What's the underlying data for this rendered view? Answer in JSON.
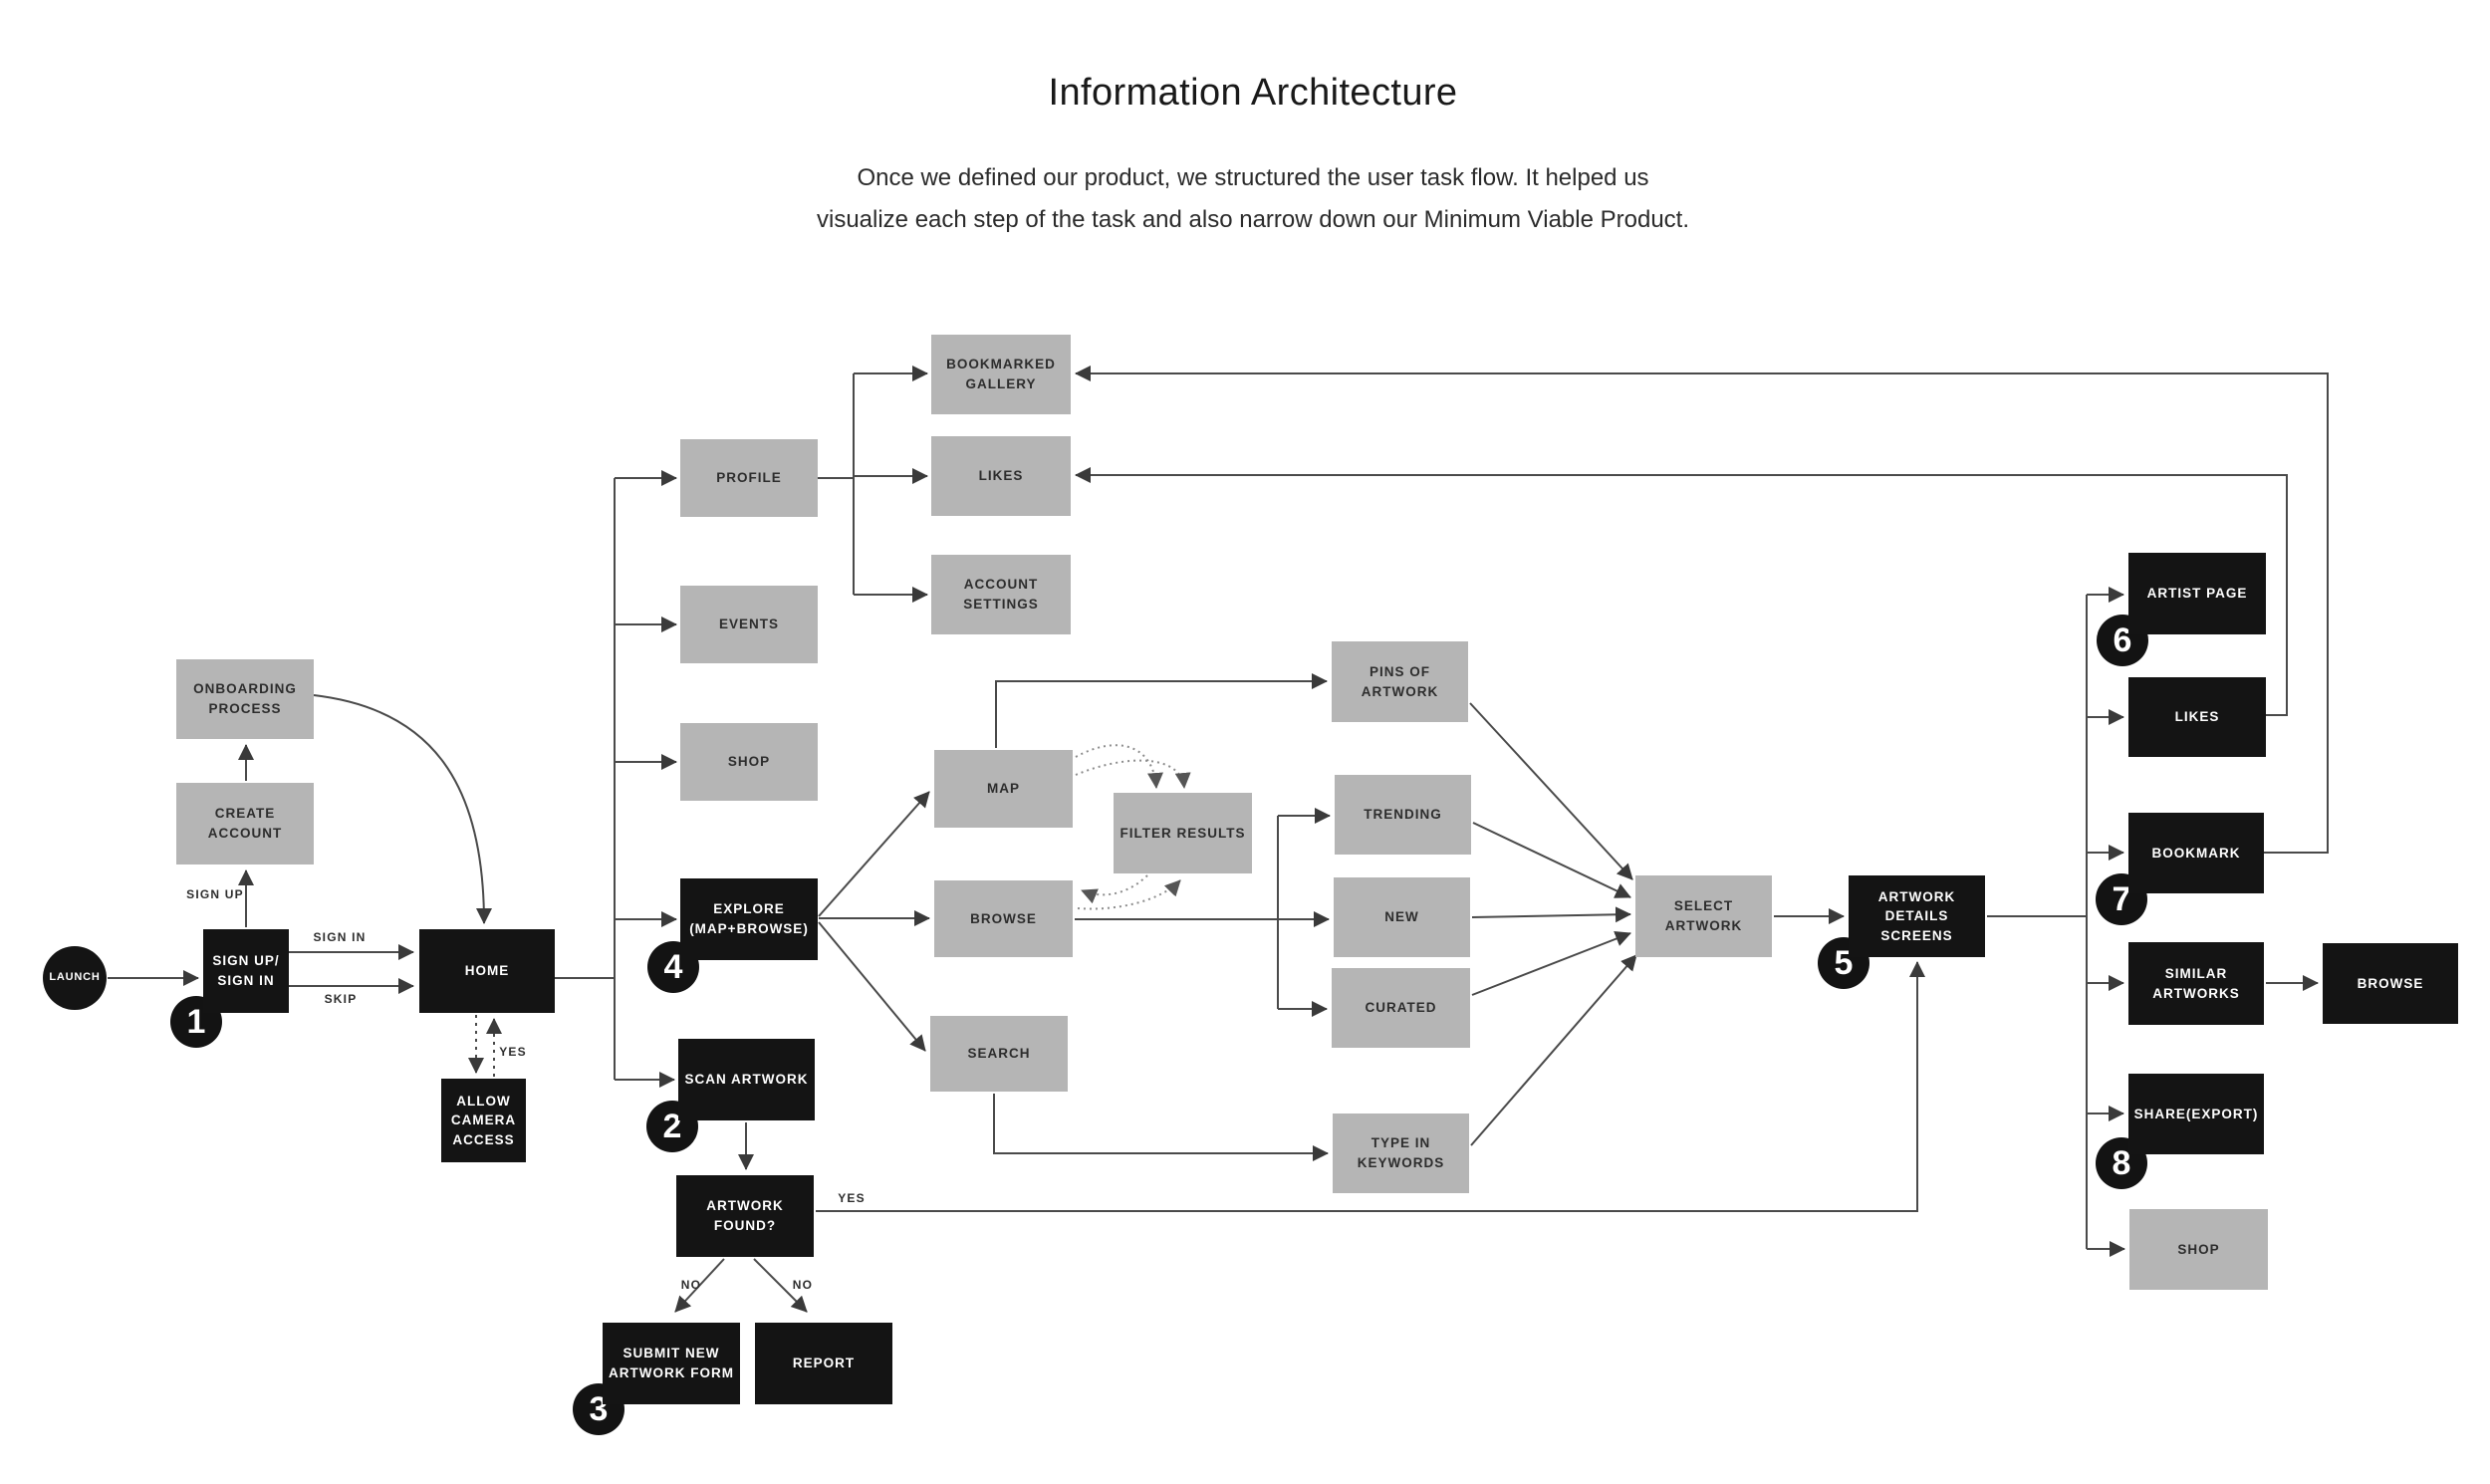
{
  "header": {
    "title": "Information Architecture",
    "subtitle": {
      "line1": "Once we defined our product, we structured the user task flow. It helped us",
      "line2": "visualize each step of the task and also narrow down our Minimum Viable Product."
    }
  },
  "colors": {
    "background": "#ffffff",
    "node_gray": "#b5b5b5",
    "node_black": "#141414",
    "line": "#4a4a4a",
    "dotted_line": "#8c8c8c",
    "text_dark": "#2d2d2d",
    "text_light": "#ffffff"
  },
  "nodes": {
    "launch": "LAUNCH",
    "sign_up_sign_in": "SIGN UP/\nSIGN IN",
    "create_account": "CREATE ACCOUNT",
    "onboarding": "ONBOARDING\nPROCESS",
    "home": "HOME",
    "allow_camera": "ALLOW\nCAMERA\nACCESS",
    "profile": "PROFILE",
    "events": "EVENTS",
    "shop_home": "SHOP",
    "explore": "EXPLORE\n(MAP+BROWSE)",
    "scan_artwork": "SCAN ARTWORK",
    "artwork_found": "ARTWORK FOUND?",
    "submit_new": "SUBMIT NEW\nARTWORK FORM",
    "report": "REPORT",
    "bookmarked_gallery": "BOOKMARKED\nGALLERY",
    "likes_gallery": "LIKES",
    "account_settings": "ACCOUNT\nSETTINGS",
    "map": "MAP",
    "browse_explore": "BROWSE",
    "search": "SEARCH",
    "filter_results": "FILTER RESULTS",
    "pins_of_artwork": "PINS OF ARTWORK",
    "trending": "TRENDING",
    "new": "NEW",
    "curated": "CURATED",
    "type_keywords": "TYPE IN\nKEYWORDS",
    "select_artwork": "SELECT ARTWORK",
    "artwork_details": "ARTWORK\nDETAILS SCREENS",
    "artist_page": "ARTIST PAGE",
    "likes_detail": "LIKES",
    "bookmark": "BOOKMARK",
    "similar_artworks": "SIMILAR\nARTWORKS",
    "browse_detail": "BROWSE",
    "share_export": "SHARE(EXPORT)",
    "shop_detail": "SHOP"
  },
  "badges": {
    "b1": "1",
    "b2": "2",
    "b3": "3",
    "b4": "4",
    "b5": "5",
    "b6": "6",
    "b7": "7",
    "b8": "8"
  },
  "edge_labels": {
    "sign_up": "SIGN UP",
    "sign_in": "SIGN IN",
    "skip": "SKIP",
    "yes_camera": "YES",
    "yes_found": "YES",
    "no_left": "NO",
    "no_right": "NO"
  }
}
